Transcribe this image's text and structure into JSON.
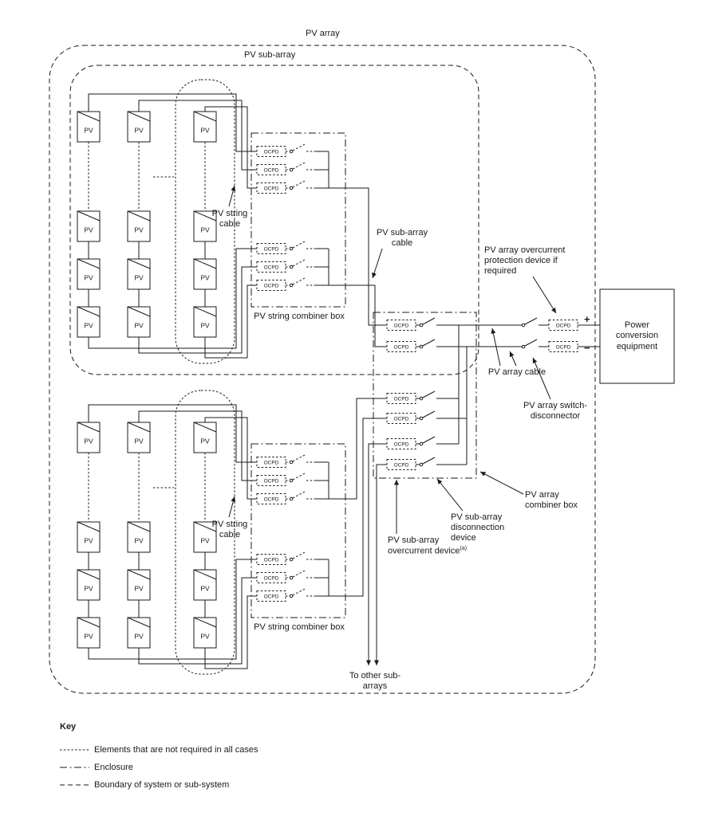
{
  "labels": {
    "pv_array": "PV array",
    "pv_sub_array": "PV sub-array",
    "pv": "PV",
    "ocpd": "OCPD",
    "pv_string_cable": "PV string cable",
    "pv_string_combiner_box": "PV string combiner box",
    "pv_sub_array_cable": "PV sub-array cable",
    "pv_array_overcurrent": "PV array overcurrent protection device if required",
    "power_conversion_equipment": "Power conversion equipment",
    "plus": "+",
    "minus": "−",
    "pv_array_cable": "PV array cable",
    "pv_array_switch_disconnector": "PV array switch-disconnector",
    "pv_array_combiner_box": "PV array combiner box",
    "pv_sub_array_disconnection_device": "PV sub-array disconnection device",
    "pv_sub_array_overcurrent_device": "PV sub-array overcurrent device",
    "pv_sub_array_overcurrent_footnote": "(a)",
    "to_other_sub_arrays": "To other sub-arrays"
  },
  "key": {
    "title": "Key",
    "items": [
      {
        "style": "dotted",
        "label": "Elements that are not required in all cases"
      },
      {
        "style": "dash-dot",
        "label": "Enclosure"
      },
      {
        "style": "dashed",
        "label": "Boundary of system or sub-system"
      }
    ]
  },
  "colors": {
    "line": "#1a1a1a",
    "background": "#ffffff"
  }
}
